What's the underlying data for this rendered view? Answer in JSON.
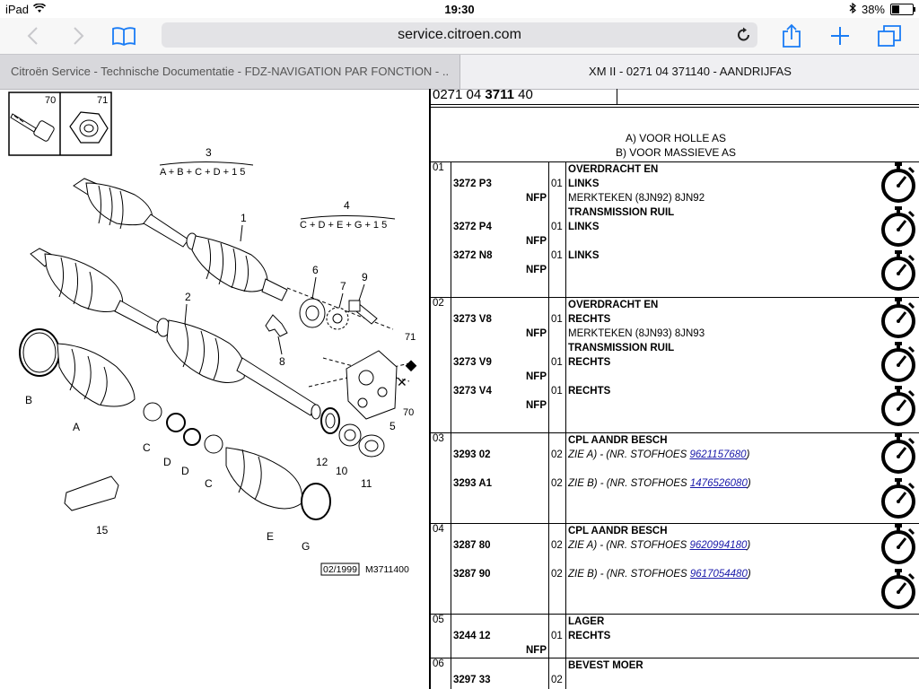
{
  "status": {
    "device": "iPad",
    "time": "19:30",
    "battery": "38%",
    "battery_fraction": 0.38
  },
  "toolbar": {
    "url": "service.citroen.com",
    "back_icon": "chevron-left-icon",
    "forward_icon": "chevron-right-icon",
    "bookmarks_icon": "book-icon",
    "reload_icon": "reload-icon",
    "share_icon": "share-icon",
    "add_icon": "plus-icon",
    "tabs_icon": "tabs-icon"
  },
  "tabs": [
    {
      "title": "Citroën Service - Technische Documentatie - FDZ-NAVIGATION PAR FONCTION - ..."
    },
    {
      "title": "XM II - 0271 04 371140 - AANDRIJFAS"
    }
  ],
  "diagram": {
    "inset_labels": [
      "70",
      "71"
    ],
    "formula_3": "A+B+C+D+15",
    "formula_4": "C+D+E+G+15",
    "callouts": [
      "1",
      "2",
      "3",
      "4",
      "5",
      "6",
      "7",
      "8",
      "9",
      "10",
      "11",
      "12",
      "70",
      "71",
      "A",
      "B",
      "C",
      "D",
      "D",
      "C",
      "E",
      "G",
      "15"
    ],
    "date_stamp": "02/1999",
    "drawing_ref": "M3711400"
  },
  "document": {
    "ref_prefix": "0271 04 ",
    "ref_bold": "3711",
    "ref_suffix": " 40",
    "notes": [
      "A) VOOR HOLLE AS",
      "B) VOOR MASSIEVE AS"
    ],
    "groups": [
      {
        "group": "01",
        "lines": [
          {
            "part": "",
            "qty": "",
            "desc": "OVERDRACHT EN",
            "style": "bold"
          },
          {
            "part": "3272 P3",
            "qty": "01",
            "desc": "LINKS",
            "style": "bold"
          },
          {
            "nfp": "NFP",
            "desc": "MERKTEKEN (8JN92) 8JN92",
            "style": "normal"
          },
          {
            "part": "",
            "qty": "",
            "desc": "TRANSMISSION RUIL",
            "style": "bold"
          },
          {
            "part": "3272 P4",
            "qty": "01",
            "desc": "LINKS",
            "style": "bold"
          },
          {
            "nfp": "NFP",
            "desc": "",
            "style": "normal"
          },
          {
            "part": "3272 N8",
            "qty": "01",
            "desc": "LINKS",
            "style": "bold"
          },
          {
            "nfp": "NFP",
            "desc": "",
            "style": "normal"
          }
        ],
        "stopwatches": 3
      },
      {
        "group": "02",
        "lines": [
          {
            "part": "",
            "qty": "",
            "desc": "OVERDRACHT EN",
            "style": "bold"
          },
          {
            "part": "3273 V8",
            "qty": "01",
            "desc": "RECHTS",
            "style": "bold"
          },
          {
            "nfp": "NFP",
            "desc": "MERKTEKEN (8JN93) 8JN93",
            "style": "normal"
          },
          {
            "part": "",
            "qty": "",
            "desc": "TRANSMISSION RUIL",
            "style": "bold"
          },
          {
            "part": "3273 V9",
            "qty": "01",
            "desc": "RECHTS",
            "style": "bold"
          },
          {
            "nfp": "NFP",
            "desc": "",
            "style": "normal"
          },
          {
            "part": "3273 V4",
            "qty": "01",
            "desc": "RECHTS",
            "style": "bold"
          },
          {
            "nfp": "NFP",
            "desc": "",
            "style": "normal"
          }
        ],
        "stopwatches": 3
      },
      {
        "group": "03",
        "lines": [
          {
            "part": "",
            "qty": "",
            "desc": "CPL AANDR BESCH",
            "style": "bold"
          },
          {
            "part": "3293 02",
            "qty": "02",
            "desc": "ZIE A) - (NR. STOFHOES ",
            "link": "9621157680",
            "tail": ")",
            "style": "italic"
          },
          {
            "part": "",
            "qty": "",
            "desc": "",
            "style": "normal"
          },
          {
            "part": "3293 A1",
            "qty": "02",
            "desc": "ZIE B) - (NR. STOFHOES ",
            "link": "1476526080",
            "tail": ")",
            "style": "italic"
          },
          {
            "part": "",
            "qty": "",
            "desc": "",
            "style": "normal"
          },
          {
            "part": "",
            "qty": "",
            "desc": "",
            "style": "normal"
          }
        ],
        "stopwatches": 2
      },
      {
        "group": "04",
        "lines": [
          {
            "part": "",
            "qty": "",
            "desc": "CPL AANDR BESCH",
            "style": "bold"
          },
          {
            "part": "3287 80",
            "qty": "02",
            "desc": "ZIE A) - (NR. STOFHOES ",
            "link": "9620994180",
            "tail": ")",
            "style": "italic"
          },
          {
            "part": "",
            "qty": "",
            "desc": "",
            "style": "normal"
          },
          {
            "part": "3287 90",
            "qty": "02",
            "desc": "ZIE B) - (NR. STOFHOES ",
            "link": "9617054480",
            "tail": ")",
            "style": "italic"
          },
          {
            "part": "",
            "qty": "",
            "desc": "",
            "style": "normal"
          },
          {
            "part": "",
            "qty": "",
            "desc": "",
            "style": "normal"
          }
        ],
        "stopwatches": 2
      },
      {
        "group": "05",
        "lines": [
          {
            "part": "",
            "qty": "",
            "desc": "LAGER",
            "style": "bold"
          },
          {
            "part": "3244 12",
            "qty": "01",
            "desc": "RECHTS",
            "style": "bold"
          },
          {
            "nfp": "NFP",
            "desc": "",
            "style": "normal"
          }
        ],
        "stopwatches": 0
      },
      {
        "group": "06",
        "lines": [
          {
            "part": "",
            "qty": "",
            "desc": "BEVEST MOER",
            "style": "bold"
          },
          {
            "part": "3297 33",
            "qty": "02",
            "desc": "",
            "style": "normal"
          },
          {
            "part": "",
            "qty": "",
            "desc": "",
            "style": "normal"
          }
        ],
        "stopwatches": 0
      }
    ]
  }
}
